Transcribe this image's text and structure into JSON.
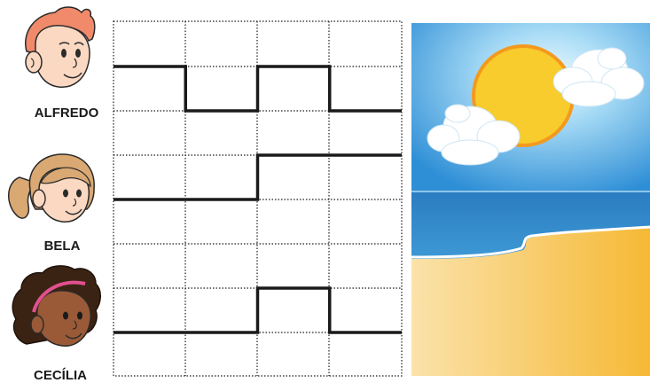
{
  "people": [
    {
      "name": "ALFREDO",
      "hair_color": "#f08a6a",
      "skin_color": "#fbd8c2",
      "signal": [
        1,
        0,
        1,
        0
      ]
    },
    {
      "name": "BELA",
      "hair_color": "#d9a873",
      "skin_color": "#fbd8c2",
      "signal": [
        0,
        0,
        1,
        1
      ]
    },
    {
      "name": "CECÍLIA",
      "hair_color": "#3b2314",
      "skin_color": "#9a5a37",
      "headband_color": "#e2508f",
      "signal": [
        0,
        0,
        1,
        0
      ]
    }
  ],
  "grid": {
    "columns": 4,
    "line_style": "dotted"
  },
  "scene": {
    "sky_top": "#2f8fd6",
    "sky_glow": "#d9f0fb",
    "sun_color": "#f7cc2c",
    "sun_border": "#f39a1e",
    "sea_color": "#2f86c8",
    "sand_color": "#f6c14d"
  }
}
